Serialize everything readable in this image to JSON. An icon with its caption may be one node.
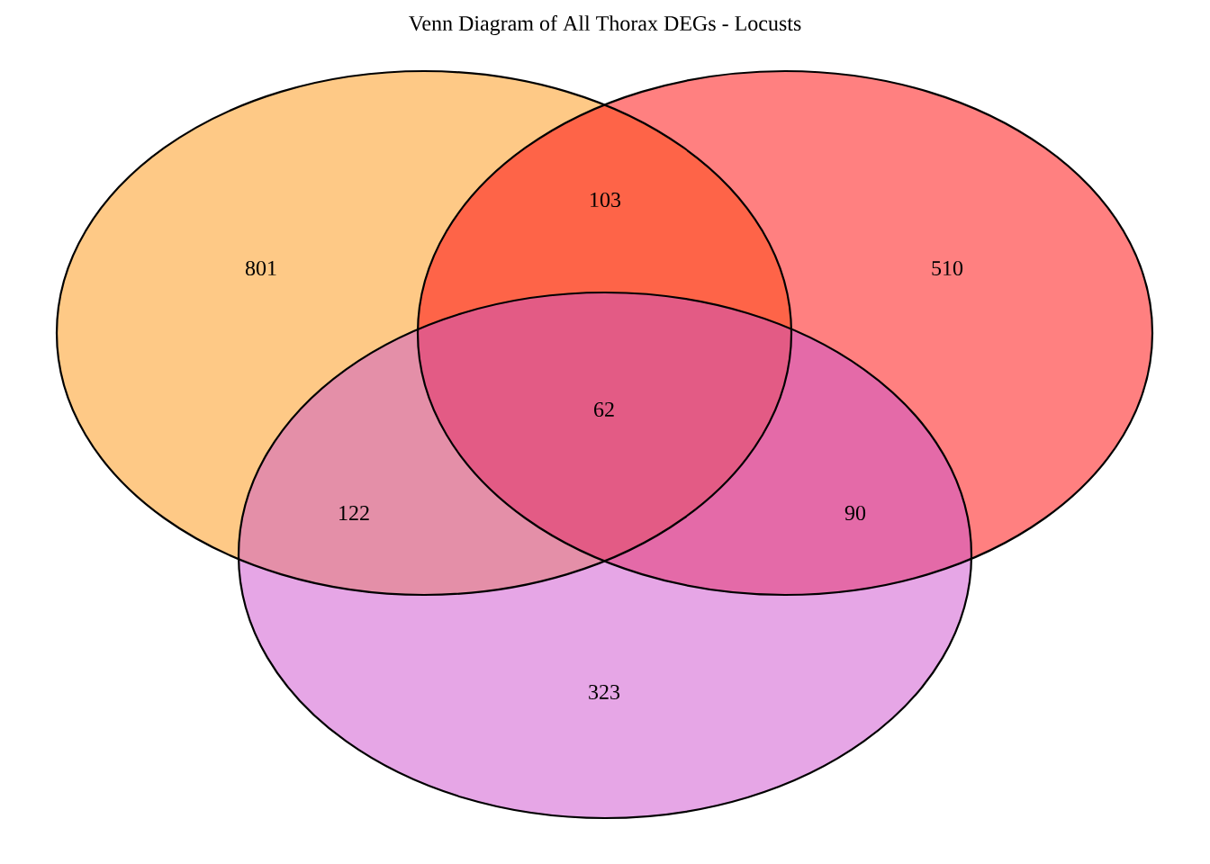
{
  "diagram": {
    "title": "Venn Diagram of All Thorax DEGs - Locusts",
    "nodes": [
      {
        "text": [],
        "shape": "ellipse"
      },
      {
        "text": [],
        "shape": "ellipse"
      },
      {
        "text": [],
        "shape": "ellipse"
      }
    ],
    "edges": [],
    "labels": [
      "103",
      "801",
      "510",
      "62",
      "122",
      "90",
      "323"
    ]
  }
}
